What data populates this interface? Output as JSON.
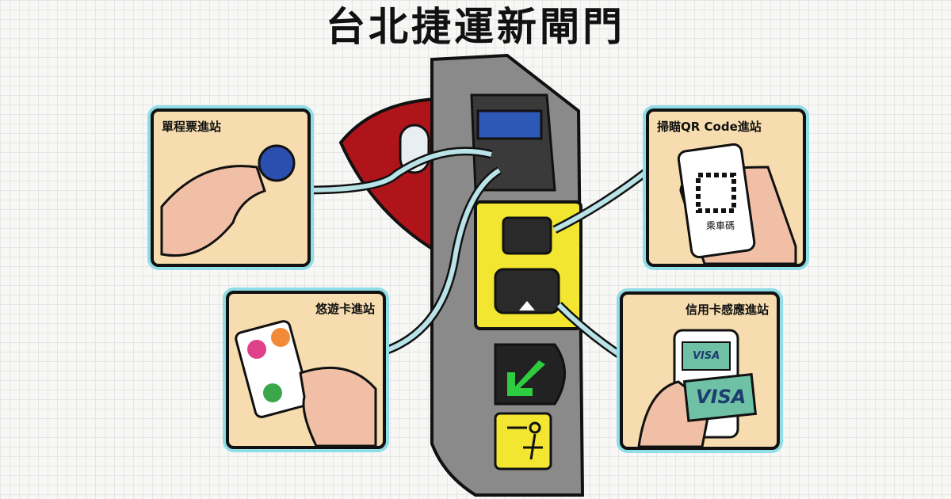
{
  "title": "台北捷運新閘門",
  "panels": {
    "single_ticket": "單程票進站",
    "easycard": "悠遊卡進站",
    "qr_code": "掃瞄QR Code進站",
    "qr_phone_text": "乘車碼",
    "credit_card": "信用卡感應進站",
    "visa_small": "VISA",
    "visa_large": "VISA"
  },
  "colors": {
    "panel_bg": "#f6dcae",
    "panel_glow": "#8fdde6",
    "gate_yellow": "#f2e631",
    "flap_red": "#b0141b",
    "arrow": "#b9e3e6"
  }
}
